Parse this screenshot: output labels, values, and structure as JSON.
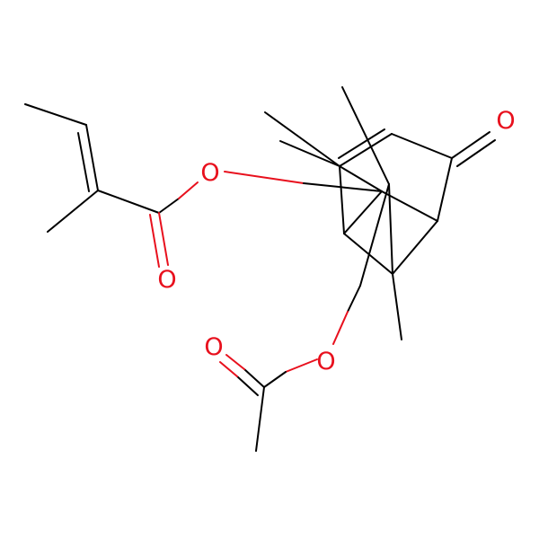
{
  "colors": {
    "carbon_bond": "#000000",
    "oxygen": "#e8101d",
    "background": "#ffffff"
  },
  "atoms": {
    "o_ester_link": "O",
    "o_ester_carbonyl": "O",
    "o_ketone": "O",
    "o_acetate_link": "O",
    "o_acetate_carbonyl": "O"
  }
}
